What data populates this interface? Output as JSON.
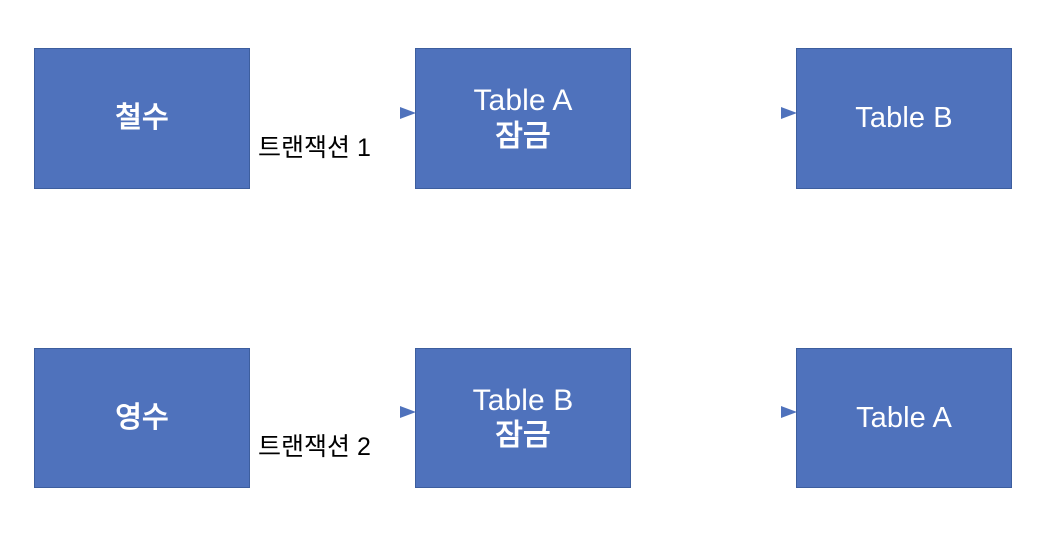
{
  "diagram": {
    "title": "Deadlock transaction lock diagram",
    "background_color": "#FFFFFF",
    "node_fill_color": "#4F72BC",
    "node_border_color": "#3D5E9E",
    "node_text_color": "#FFFFFF",
    "arrow_color": "#4F72BC",
    "label_text_color": "#000000",
    "rows": [
      {
        "id": "row-1",
        "nodes": [
          {
            "id": "actor-1",
            "lines": [
              "철수"
            ],
            "kind": "actor"
          },
          {
            "id": "lock-1",
            "lines": [
              "Table A",
              "잠금"
            ],
            "kind": "locked-table"
          },
          {
            "id": "target-1",
            "lines": [
              "Table B"
            ],
            "kind": "table"
          }
        ],
        "edges": [
          {
            "id": "edge-1",
            "from": "actor-1",
            "to": "lock-1",
            "label": "트랜잭션 1"
          },
          {
            "id": "edge-2",
            "from": "lock-1",
            "to": "target-1",
            "label": ""
          }
        ]
      },
      {
        "id": "row-2",
        "nodes": [
          {
            "id": "actor-2",
            "lines": [
              "영수"
            ],
            "kind": "actor"
          },
          {
            "id": "lock-2",
            "lines": [
              "Table B",
              "잠금"
            ],
            "kind": "locked-table"
          },
          {
            "id": "target-2",
            "lines": [
              "Table A"
            ],
            "kind": "table"
          }
        ],
        "edges": [
          {
            "id": "edge-3",
            "from": "actor-2",
            "to": "lock-2",
            "label": "트랜잭션 2"
          },
          {
            "id": "edge-4",
            "from": "lock-2",
            "to": "target-2",
            "label": ""
          }
        ]
      }
    ]
  },
  "labels": {
    "row1_node1_line1": "철수",
    "row1_node2_line1": "Table A",
    "row1_node2_line2": "잠금",
    "row1_node3_line1": "Table B",
    "row1_edge1": "트랜잭션 1",
    "row2_node1_line1": "영수",
    "row2_node2_line1": "Table B",
    "row2_node2_line2": "잠금",
    "row2_node3_line1": "Table A",
    "row2_edge1": "트랜잭션 2"
  }
}
